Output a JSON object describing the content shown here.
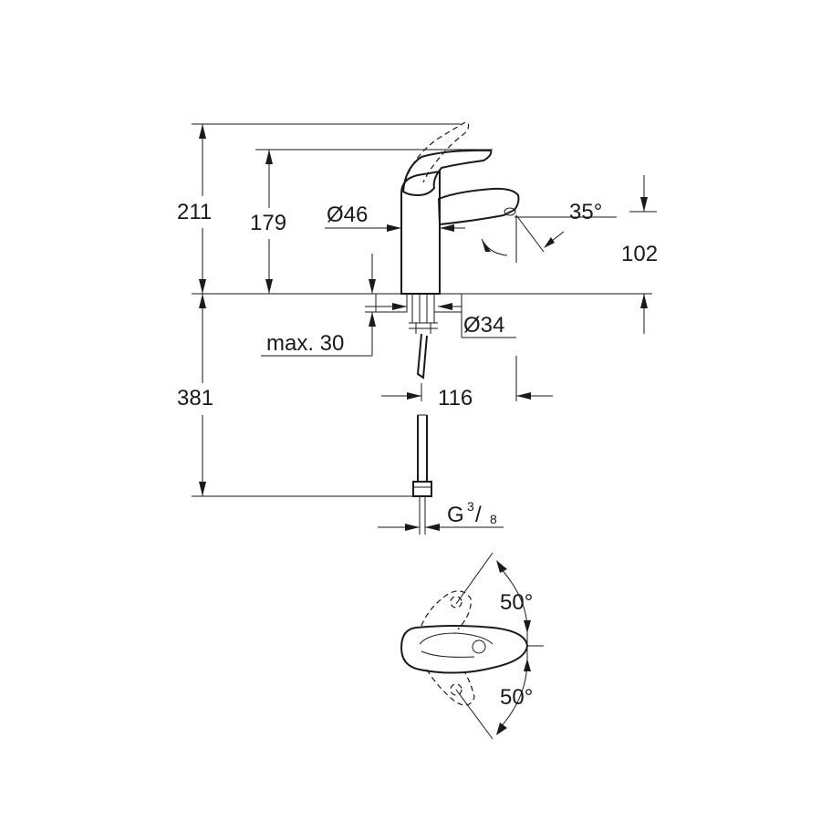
{
  "dimensions": {
    "total_height": "211",
    "spout_height": "179",
    "body_diameter": "Ø46",
    "spout_angle": "35°",
    "spout_reach_height": "102",
    "hole_diameter": "Ø34",
    "max_thickness": "max. 30",
    "spout_reach": "116",
    "hose_length": "381",
    "connection_thread": "G",
    "thread_numerator": "3",
    "thread_slash": "/",
    "thread_denominator": "8",
    "lever_angle_upper": "50°",
    "lever_angle_lower": "50°"
  },
  "colors": {
    "line": "#1a1a1a",
    "background": "#ffffff"
  }
}
